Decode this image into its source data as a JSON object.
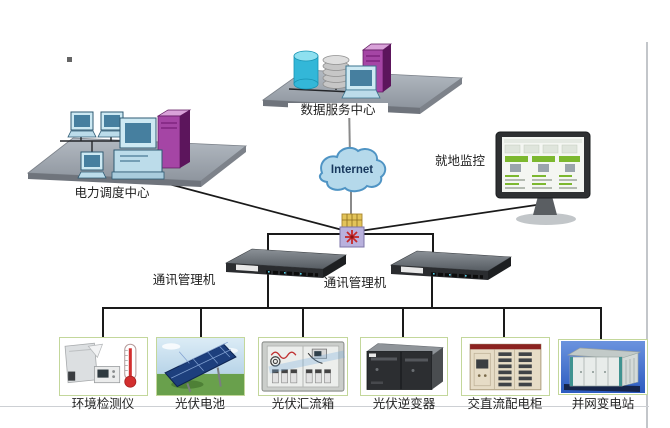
{
  "diagram": {
    "title_present": false,
    "data_center": {
      "label": "数据服务中心",
      "icon": "server-platform-icon"
    },
    "dispatch_center": {
      "label": "电力调度中心",
      "icon": "workstation-platform-icon"
    },
    "internet": {
      "label": "Internet",
      "icon": "cloud-icon"
    },
    "hub": {
      "icon": "hub-router-icon"
    },
    "local_monitor": {
      "label": "就地监控",
      "icon": "monitor-icon"
    },
    "comm_managers": [
      {
        "label": "通讯管理机",
        "icon": "rack-switch-icon"
      },
      {
        "label": "通讯管理机",
        "icon": "rack-switch-icon"
      }
    ],
    "devices": [
      {
        "key": "env_detector",
        "label": "环境检测仪",
        "icon": "environment-detector-icon"
      },
      {
        "key": "pv_panel",
        "label": "光伏电池",
        "icon": "pv-panel-icon"
      },
      {
        "key": "pv_combiner",
        "label": "光伏汇流箱",
        "icon": "pv-combiner-box-icon"
      },
      {
        "key": "pv_inverter",
        "label": "光伏逆变器",
        "icon": "pv-inverter-icon"
      },
      {
        "key": "acdc_cabinet",
        "label": "交直流配电柜",
        "icon": "acdc-distribution-cabinet-icon"
      },
      {
        "key": "grid_substation",
        "label": "并网变电站",
        "icon": "grid-substation-icon"
      }
    ],
    "connections": [
      {
        "from": "dispatch_center",
        "to": "hub"
      },
      {
        "from": "data_center",
        "to": "internet"
      },
      {
        "from": "internet",
        "to": "hub"
      },
      {
        "from": "hub",
        "to": "local_monitor"
      },
      {
        "from": "hub",
        "to": "comm_manager_1"
      },
      {
        "from": "hub",
        "to": "comm_manager_2"
      },
      {
        "from": "comm_manager_1",
        "to": "device_bus"
      },
      {
        "from": "comm_manager_2",
        "to": "device_bus"
      },
      {
        "from": "device_bus",
        "to": "env_detector"
      },
      {
        "from": "device_bus",
        "to": "pv_panel"
      },
      {
        "from": "device_bus",
        "to": "pv_combiner"
      },
      {
        "from": "device_bus",
        "to": "pv_inverter"
      },
      {
        "from": "device_bus",
        "to": "acdc_cabinet"
      },
      {
        "from": "device_bus",
        "to": "grid_substation"
      }
    ],
    "colors": {
      "line_dark": "#1a1a1a",
      "line_gray": "#8a8a8a",
      "cloud_fill": "#b5d9eb",
      "cloud_stroke": "#4f94c4",
      "platform_gray": "#9aa2ab",
      "server_purple": "#a545a5",
      "db_cyan": "#33b7d8",
      "pc_blue": "#cde9f3",
      "switch_front": "#2a2c2f",
      "hub_body": "#b9b1dd",
      "hub_top": "#e3c45a",
      "hub_star": "#c62828",
      "device_box_border": "#c3d79b",
      "screen_green": "#7cb82f"
    }
  }
}
